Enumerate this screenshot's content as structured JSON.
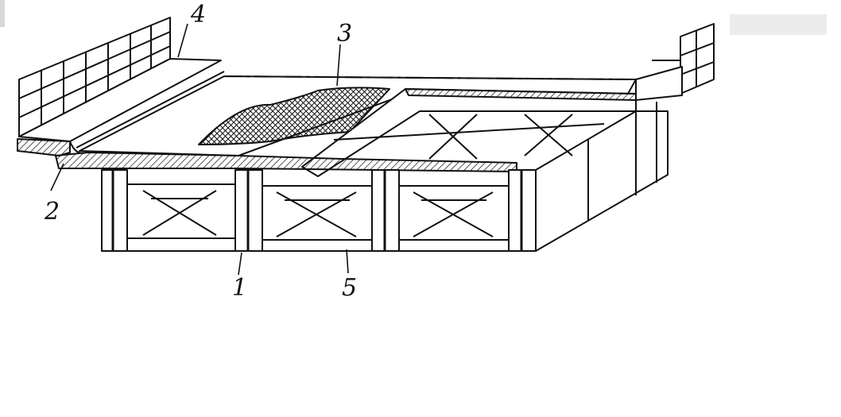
{
  "figure": {
    "callouts": {
      "c1": "1",
      "c2": "2",
      "c3": "3",
      "c4": "4",
      "c5": "5"
    },
    "colors": {
      "ink": "#111111",
      "paper": "#ffffff",
      "tag": "#ececec"
    }
  }
}
